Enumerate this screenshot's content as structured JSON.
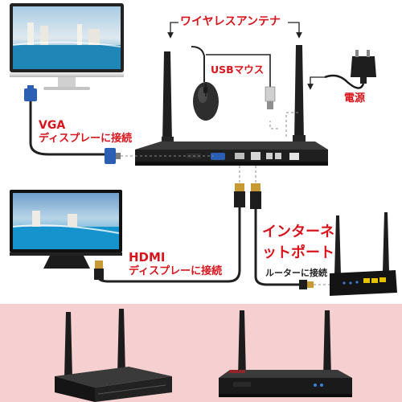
{
  "labels": {
    "antenna": "ワイヤレスアンテナ",
    "usb_mouse_usb": "USB",
    "usb_mouse_rest": "マウス",
    "power": "電源",
    "vga_title": "VGA",
    "vga_sub": "ディスプレーに接続",
    "hdmi_title": "HDMI",
    "hdmi_sub": "ディスプレーに接続",
    "internet_line1": "インターネ",
    "internet_line2": "ットポート",
    "router_sub": "ルーターに接続",
    "nvr_front_brand": "ANRAN"
  },
  "colors": {
    "label_red": "#d8141c",
    "pink_band": "#f6cfd0",
    "device_black": "#1b1b1b",
    "cable_black": "#202020",
    "vga_blue": "#2a5fb4",
    "gold": "#c79a35",
    "dashed_gray": "#8a8a8a"
  },
  "icons": [
    "monitor-vga",
    "monitor-hdmi",
    "usb-mouse",
    "power-adapter",
    "wifi-router",
    "nvr-recorder",
    "vga-connector",
    "hdmi-connector",
    "rj45-connector"
  ]
}
